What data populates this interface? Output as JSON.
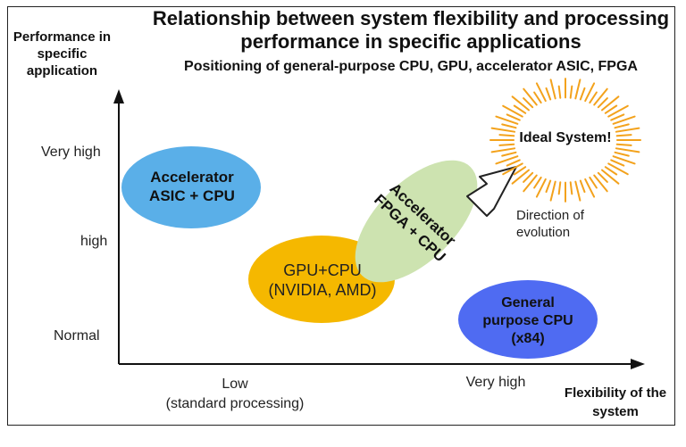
{
  "title": "Relationship between system flexibility and processing performance in specific applications",
  "subtitle": "Positioning of general-purpose CPU, GPU, accelerator ASIC, FPGA",
  "y_axis": {
    "label": "Performance in specific application",
    "ticks": [
      "Normal",
      "high",
      "Very high"
    ]
  },
  "x_axis": {
    "label": "Flexibility of the system",
    "ticks": [
      "Low\n(standard processing)",
      "Very high"
    ]
  },
  "groups": [
    {
      "label": "Accelerator\nASIC + CPU",
      "color": "#5AAFE8"
    },
    {
      "label": "GPU+CPU\n(NVIDIA, AMD)",
      "color": "#F5B800"
    },
    {
      "label": "Accelerator\nFPGA + CPU",
      "color": "#CDE3B0"
    },
    {
      "label": "General\npurpose CPU\n(x84)",
      "color": "#4F6BF2"
    }
  ],
  "ideal": {
    "label": "Ideal System!",
    "burst_color": "#F3A21C"
  },
  "evolution_label": "Direction of\nevolution"
}
